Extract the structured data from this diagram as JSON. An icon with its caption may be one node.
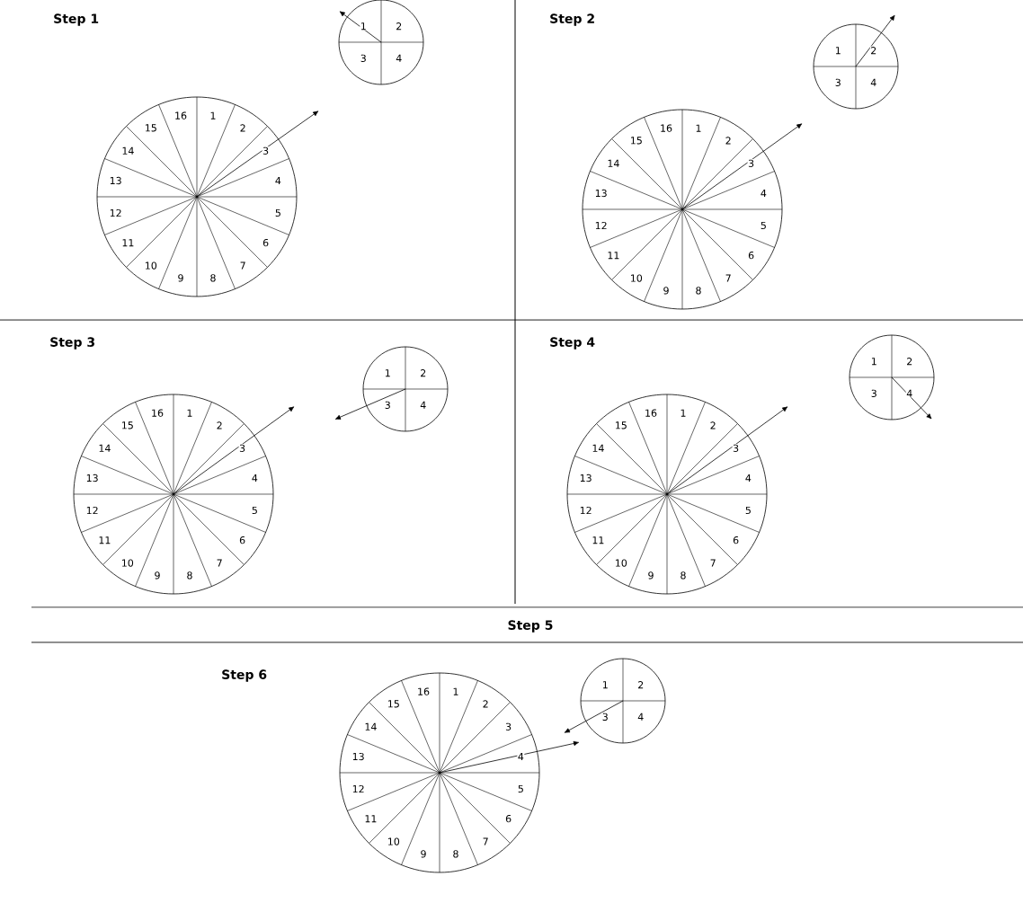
{
  "diagram": {
    "nodes": [
      {
        "text": [
          "1",
          "2",
          "3",
          "4",
          "5",
          "6",
          "7",
          "8",
          "9",
          "10",
          "11",
          "12",
          "13",
          "14",
          "15",
          "16"
        ]
      },
      {
        "text": [
          "1",
          "2",
          "3",
          "4"
        ]
      },
      {
        "text": [
          "1",
          "2",
          "3",
          "4",
          "5",
          "6",
          "7",
          "8",
          "9",
          "10",
          "11",
          "12",
          "13",
          "14",
          "15",
          "16"
        ]
      },
      {
        "text": [
          "1",
          "2",
          "3",
          "4"
        ]
      },
      {
        "text": [
          "1",
          "2",
          "3",
          "4",
          "5",
          "6",
          "7",
          "8",
          "9",
          "10",
          "11",
          "12",
          "13",
          "14",
          "15",
          "16"
        ]
      },
      {
        "text": [
          "1",
          "2",
          "3",
          "4"
        ]
      },
      {
        "text": [
          "1",
          "2",
          "3",
          "4",
          "5",
          "6",
          "7",
          "8",
          "9",
          "10",
          "11",
          "12",
          "13",
          "14",
          "15",
          "16"
        ]
      },
      {
        "text": [
          "1",
          "2",
          "3",
          "4"
        ]
      },
      {
        "text": [
          "1",
          "2",
          "3",
          "4",
          "5",
          "6",
          "7",
          "8",
          "9",
          "10",
          "11",
          "12",
          "13",
          "14",
          "15",
          "16"
        ]
      },
      {
        "text": [
          "1",
          "2",
          "3",
          "4"
        ]
      }
    ],
    "labels": [
      "Step 1",
      "Step 2",
      "Step 3",
      "Step 4",
      "Step 5",
      "Step 6"
    ]
  }
}
